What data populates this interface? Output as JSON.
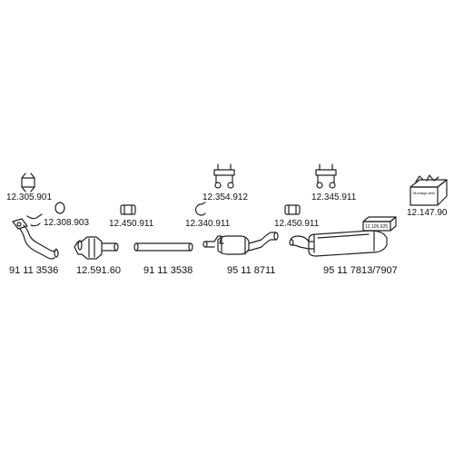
{
  "accessories": {
    "clamp_top_left": "12.305.901",
    "ring_gasket": "12.308.903",
    "clamp_a": "12.450.911",
    "clamp_b": "12.340.911",
    "hanger_pair_a": "12.354.912",
    "hanger_pair_b": "12.345.911",
    "clamp_c": "12.450.911",
    "mounting_kit": "12.147.90",
    "mounting_kit_box_text": "Montage-teile",
    "paste_box_text": "12.105.925"
  },
  "parts": {
    "front_pipe": "91 11 3536",
    "catalytic_converter": "12.591.60",
    "middle_pipe": "91 11 3538",
    "front_silencer": "95 11 8711",
    "rear_silencer": "95 11 7813/7907"
  }
}
